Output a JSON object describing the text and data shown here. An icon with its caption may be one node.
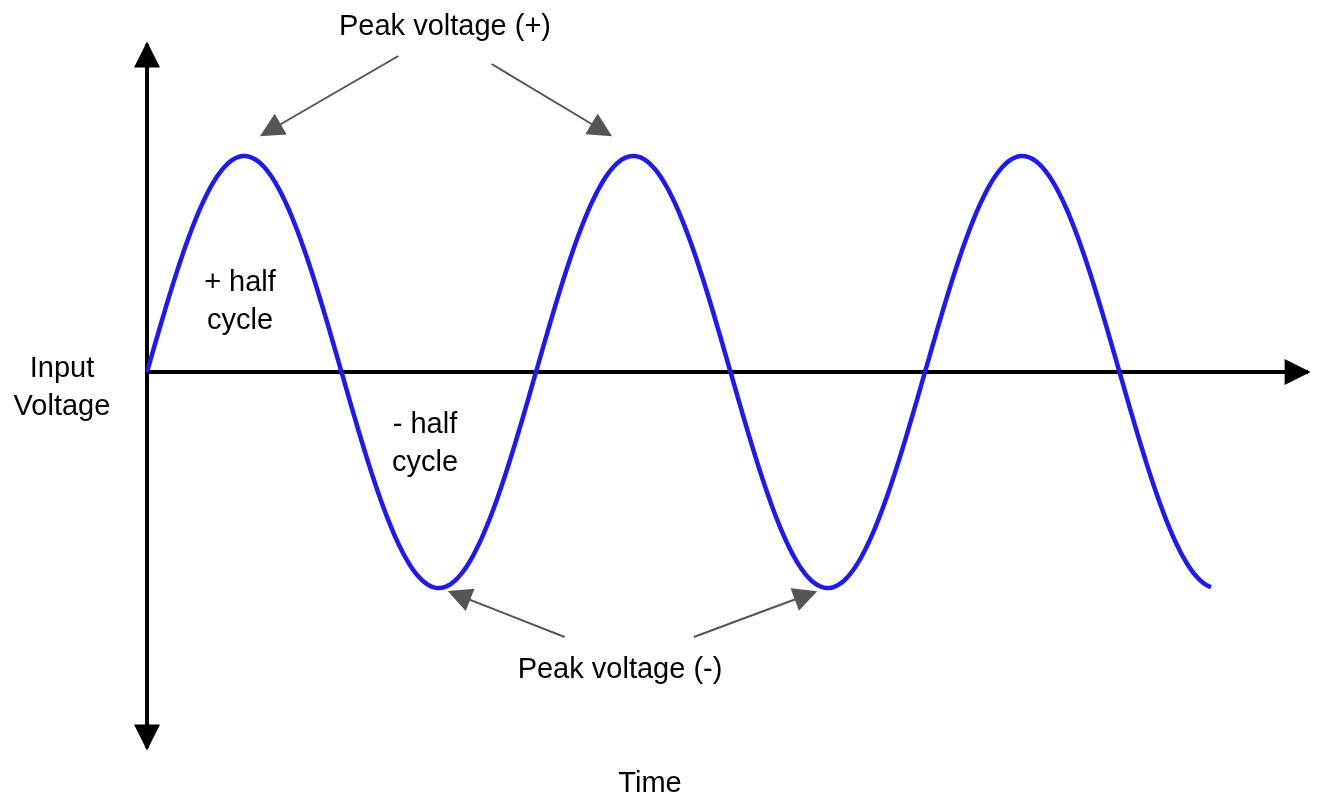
{
  "diagram": {
    "nodes": [
      {
        "text": [
          "Peak voltage (+)"
        ]
      },
      {
        "text": [
          "Peak voltage (-)"
        ]
      }
    ],
    "edges": [
      {
        "from": 0,
        "to": null,
        "arrow": "to"
      },
      {
        "from": 0,
        "to": null,
        "arrow": "to"
      },
      {
        "from": 1,
        "to": null,
        "arrow": "to"
      },
      {
        "from": 1,
        "to": null,
        "arrow": "to"
      }
    ],
    "labels": [
      "+ half cycle",
      "- half cycle",
      "Input Voltage",
      "Time"
    ]
  }
}
